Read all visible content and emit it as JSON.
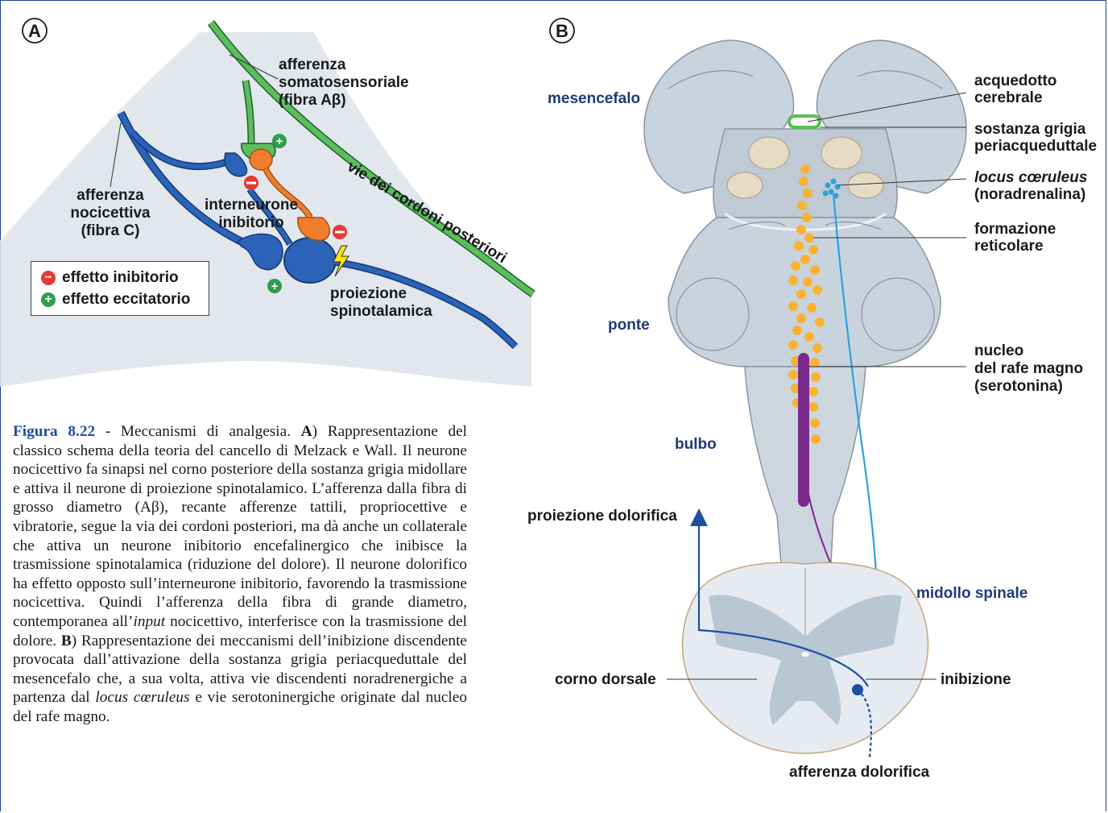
{
  "panel_a": {
    "letter": "A",
    "labels": {
      "somato_1": "afferenza",
      "somato_2": "somatosensoriale",
      "somato_3": "(fibra Aβ)",
      "noci_1": "afferenza",
      "noci_2": "nocicettiva",
      "noci_3": "(fibra C)",
      "inter_1": "interneurone",
      "inter_2": "inibitorio",
      "spino_1": "proiezione",
      "spino_2": "spinotalamica",
      "columns": "vie dei cordoni posteriori"
    },
    "legend": {
      "inhibitory": "effetto inibitorio",
      "excitatory": "effetto eccitatorio"
    }
  },
  "panel_b": {
    "letter": "B",
    "regions": {
      "mesencefalo": "mesencefalo",
      "ponte": "ponte",
      "bulbo": "bulbo",
      "midollo": "midollo spinale"
    },
    "labels": {
      "acq_1": "acquedotto",
      "acq_2": "cerebrale",
      "sgp_1": "sostanza grigia",
      "sgp_2": "periacqueduttale",
      "lc_1": "locus cœruleus",
      "lc_2": "(noradrenalina)",
      "fr_1": "formazione",
      "fr_2": "reticolare",
      "nrm_1": "nucleo",
      "nrm_2": "del rafe magno",
      "nrm_3": "(serotonina)",
      "proj": "proiezione dolorifica",
      "corno": "corno dorsale",
      "inib": "inibizione",
      "aff": "afferenza dolorifica"
    }
  },
  "caption": {
    "fig_label": "Figura 8.22",
    "dash": " - ",
    "t1": "Meccanismi di analgesia. ",
    "a_label": "A",
    "t2": ") Rappresentazione del classico schema della teoria del cancello di Melzack e Wall. Il neurone nocicettivo fa sinapsi nel corno posteriore della sostanza grigia midollare e attiva il neurone di proiezione spinotalamico. L’afferenza dalla fibra di grosso diametro (Aβ), recante afferenze tattili, propriocettive e vibratorie, segue la via dei cordoni posteriori, ma dà anche un collaterale che attiva un neurone inibitorio encefalinergico che inibisce la trasmissione spinotalamica (riduzione del dolore). Il neurone dolorifico ha effetto opposto sull’interneurone inibitorio, favorendo la trasmissione nocicettiva. Quindi l’afferenza della fibra di grande diametro, contemporanea all’",
    "t_input": "input",
    "t3": " nocicettivo, interferisce con la trasmissione del dolore. ",
    "b_label": "B",
    "t4": ") Rappresentazione dei meccanismi dell’inibizione discendente provocata dall’attivazione della sostanza grigia periacqueduttale del mesencefalo che, a sua volta, attiva vie discendenti noradrenergiche a partenza dal ",
    "t_lc": "locus cœruleus",
    "t5": " e vie serotoninergiche originate dal nucleo del rafe magno."
  },
  "colors": {
    "frame": "#1f3f8f",
    "green_fiber": "#4caf50",
    "blue_fiber": "#1f4e9f",
    "orange_neuron": "#f07d2a",
    "raphe": "#7b2a8e",
    "coeruleus": "#29a3dd",
    "reticular": "#f9b233",
    "inhibitory": "#e53935",
    "excitatory": "#2e9e4f"
  }
}
